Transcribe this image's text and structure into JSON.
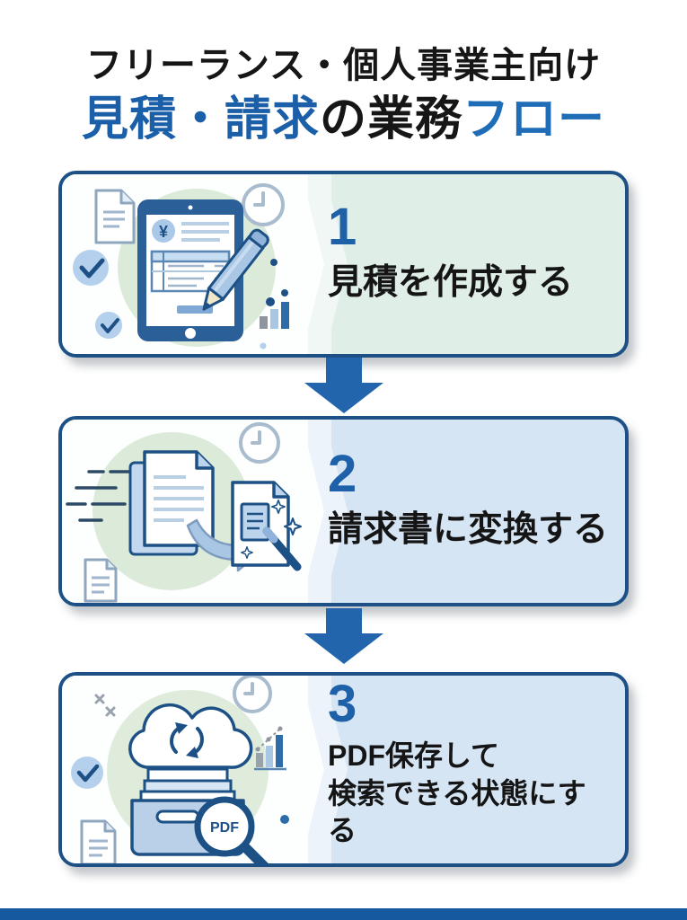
{
  "title": {
    "line1": "フリーランス・個人事業主向け",
    "line2_estimate_invoice": "見積・請求",
    "line2_middle": "の業務",
    "line2_flow": "フロー"
  },
  "steps": [
    {
      "number": "1",
      "heading": "見積を作成する",
      "accent_color": "#dfeee7",
      "currency_symbol": "¥",
      "illustration": "tablet-estimate-pencil"
    },
    {
      "number": "2",
      "heading": "請求書に変換する",
      "accent_color": "#d6e5f4",
      "illustration": "documents-convert-magic-wand"
    },
    {
      "number": "3",
      "heading": "PDF保存して",
      "heading_line2": "検索できる状態にする",
      "accent_color": "#d6e5f4",
      "magnifier_label": "PDF",
      "illustration": "cloud-archive-pdf-search"
    }
  ],
  "colors": {
    "title_text": "#161616",
    "title_blue": "#1a5fa8",
    "flow_blue": "#1f6cb7",
    "heading_text": "#151515",
    "card_border": "#1d5186",
    "step_number_blue": "#1e61a9",
    "arrow_blue": "#2265ad",
    "footer_bar": "#17599e",
    "step1_panel": "#dfeee7",
    "step23_panel": "#d6e5f4",
    "illustration_green_circle": "#dcead9",
    "illustration_light_blue": "#a9c6e4",
    "illustration_navy": "#1d5186"
  }
}
